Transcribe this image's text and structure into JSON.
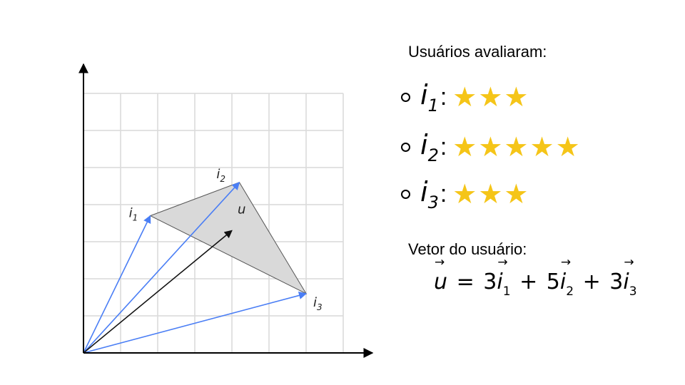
{
  "diagram": {
    "grid": {
      "cols": 7,
      "rows": 7
    },
    "origin": [
      0,
      0
    ],
    "triangle_fill": "#d9d9d9",
    "vectors": [
      {
        "id": "i1",
        "label": "i",
        "sub": "1",
        "to": [
          1.8,
          3.7
        ],
        "color": "#4a7ef5"
      },
      {
        "id": "i2",
        "label": "i",
        "sub": "2",
        "to": [
          4.2,
          4.6
        ],
        "color": "#4a7ef5"
      },
      {
        "id": "i3",
        "label": "i",
        "sub": "3",
        "to": [
          6.0,
          1.6
        ],
        "color": "#4a7ef5"
      },
      {
        "id": "u",
        "label": "u",
        "sub": "",
        "to": [
          4.0,
          3.3
        ],
        "color": "#111111"
      }
    ]
  },
  "panel": {
    "ratings_title": "Usuários avaliaram:",
    "ratings": [
      {
        "item": "i",
        "sub": "1",
        "stars": 3,
        "star_glyphs": "★★★"
      },
      {
        "item": "i",
        "sub": "2",
        "stars": 5,
        "star_glyphs": "★★★★★"
      },
      {
        "item": "i",
        "sub": "3",
        "stars": 3,
        "star_glyphs": "★★★"
      }
    ],
    "vector_title": "Vetor do usuário:",
    "formula": {
      "lhs": "u",
      "equals": "=",
      "terms": [
        {
          "coef": "3",
          "var": "i",
          "sub": "1"
        },
        {
          "coef": "5",
          "var": "i",
          "sub": "2"
        },
        {
          "coef": "3",
          "var": "i",
          "sub": "3"
        }
      ],
      "plus": "+",
      "arrow": "→"
    },
    "star_color": "#f5c518"
  }
}
